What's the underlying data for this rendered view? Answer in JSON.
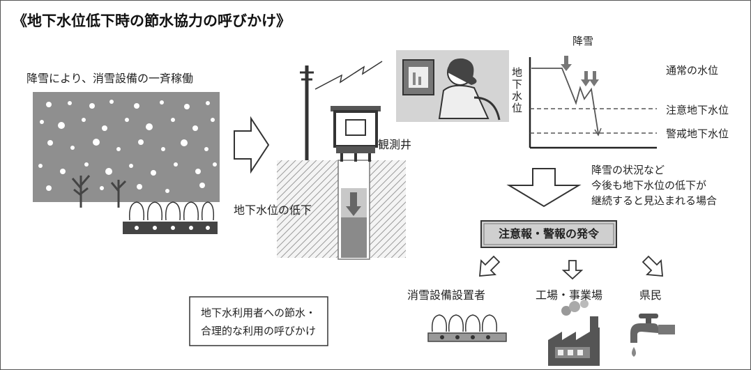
{
  "title": "《地下水位低下時の節水協力の呼びかけ》",
  "snow_caption": "降雪により、消雪設備の一斉稼働",
  "well_label": "観測井",
  "groundwater_drop_label": "地下水位の低下",
  "graph": {
    "snowfall_label": "降雪",
    "y_axis_label": [
      "地",
      "下",
      "水",
      "位"
    ],
    "normal_level_label": "通常の水位",
    "caution_level_label": "注意地下水位",
    "warning_level_label": "警戒地下水位"
  },
  "condition_text": [
    "降雪の状況など",
    "今後も地下水位の低下が",
    "継続すると見込まれる場合"
  ],
  "alert_box_label": "注意報・警報の発令",
  "targets": [
    "消雪設備設置者",
    "工場・事業場",
    "県民"
  ],
  "appeal_text": [
    "地下水利用者への節水・",
    "合理的な利用の呼びかけ"
  ],
  "colors": {
    "border": "#555555",
    "snow_sky": "#8f8f8f",
    "hatch": "#9a9a9a",
    "arrow_fill": "#777777",
    "alert_box_fill": "#cfcfcf"
  }
}
